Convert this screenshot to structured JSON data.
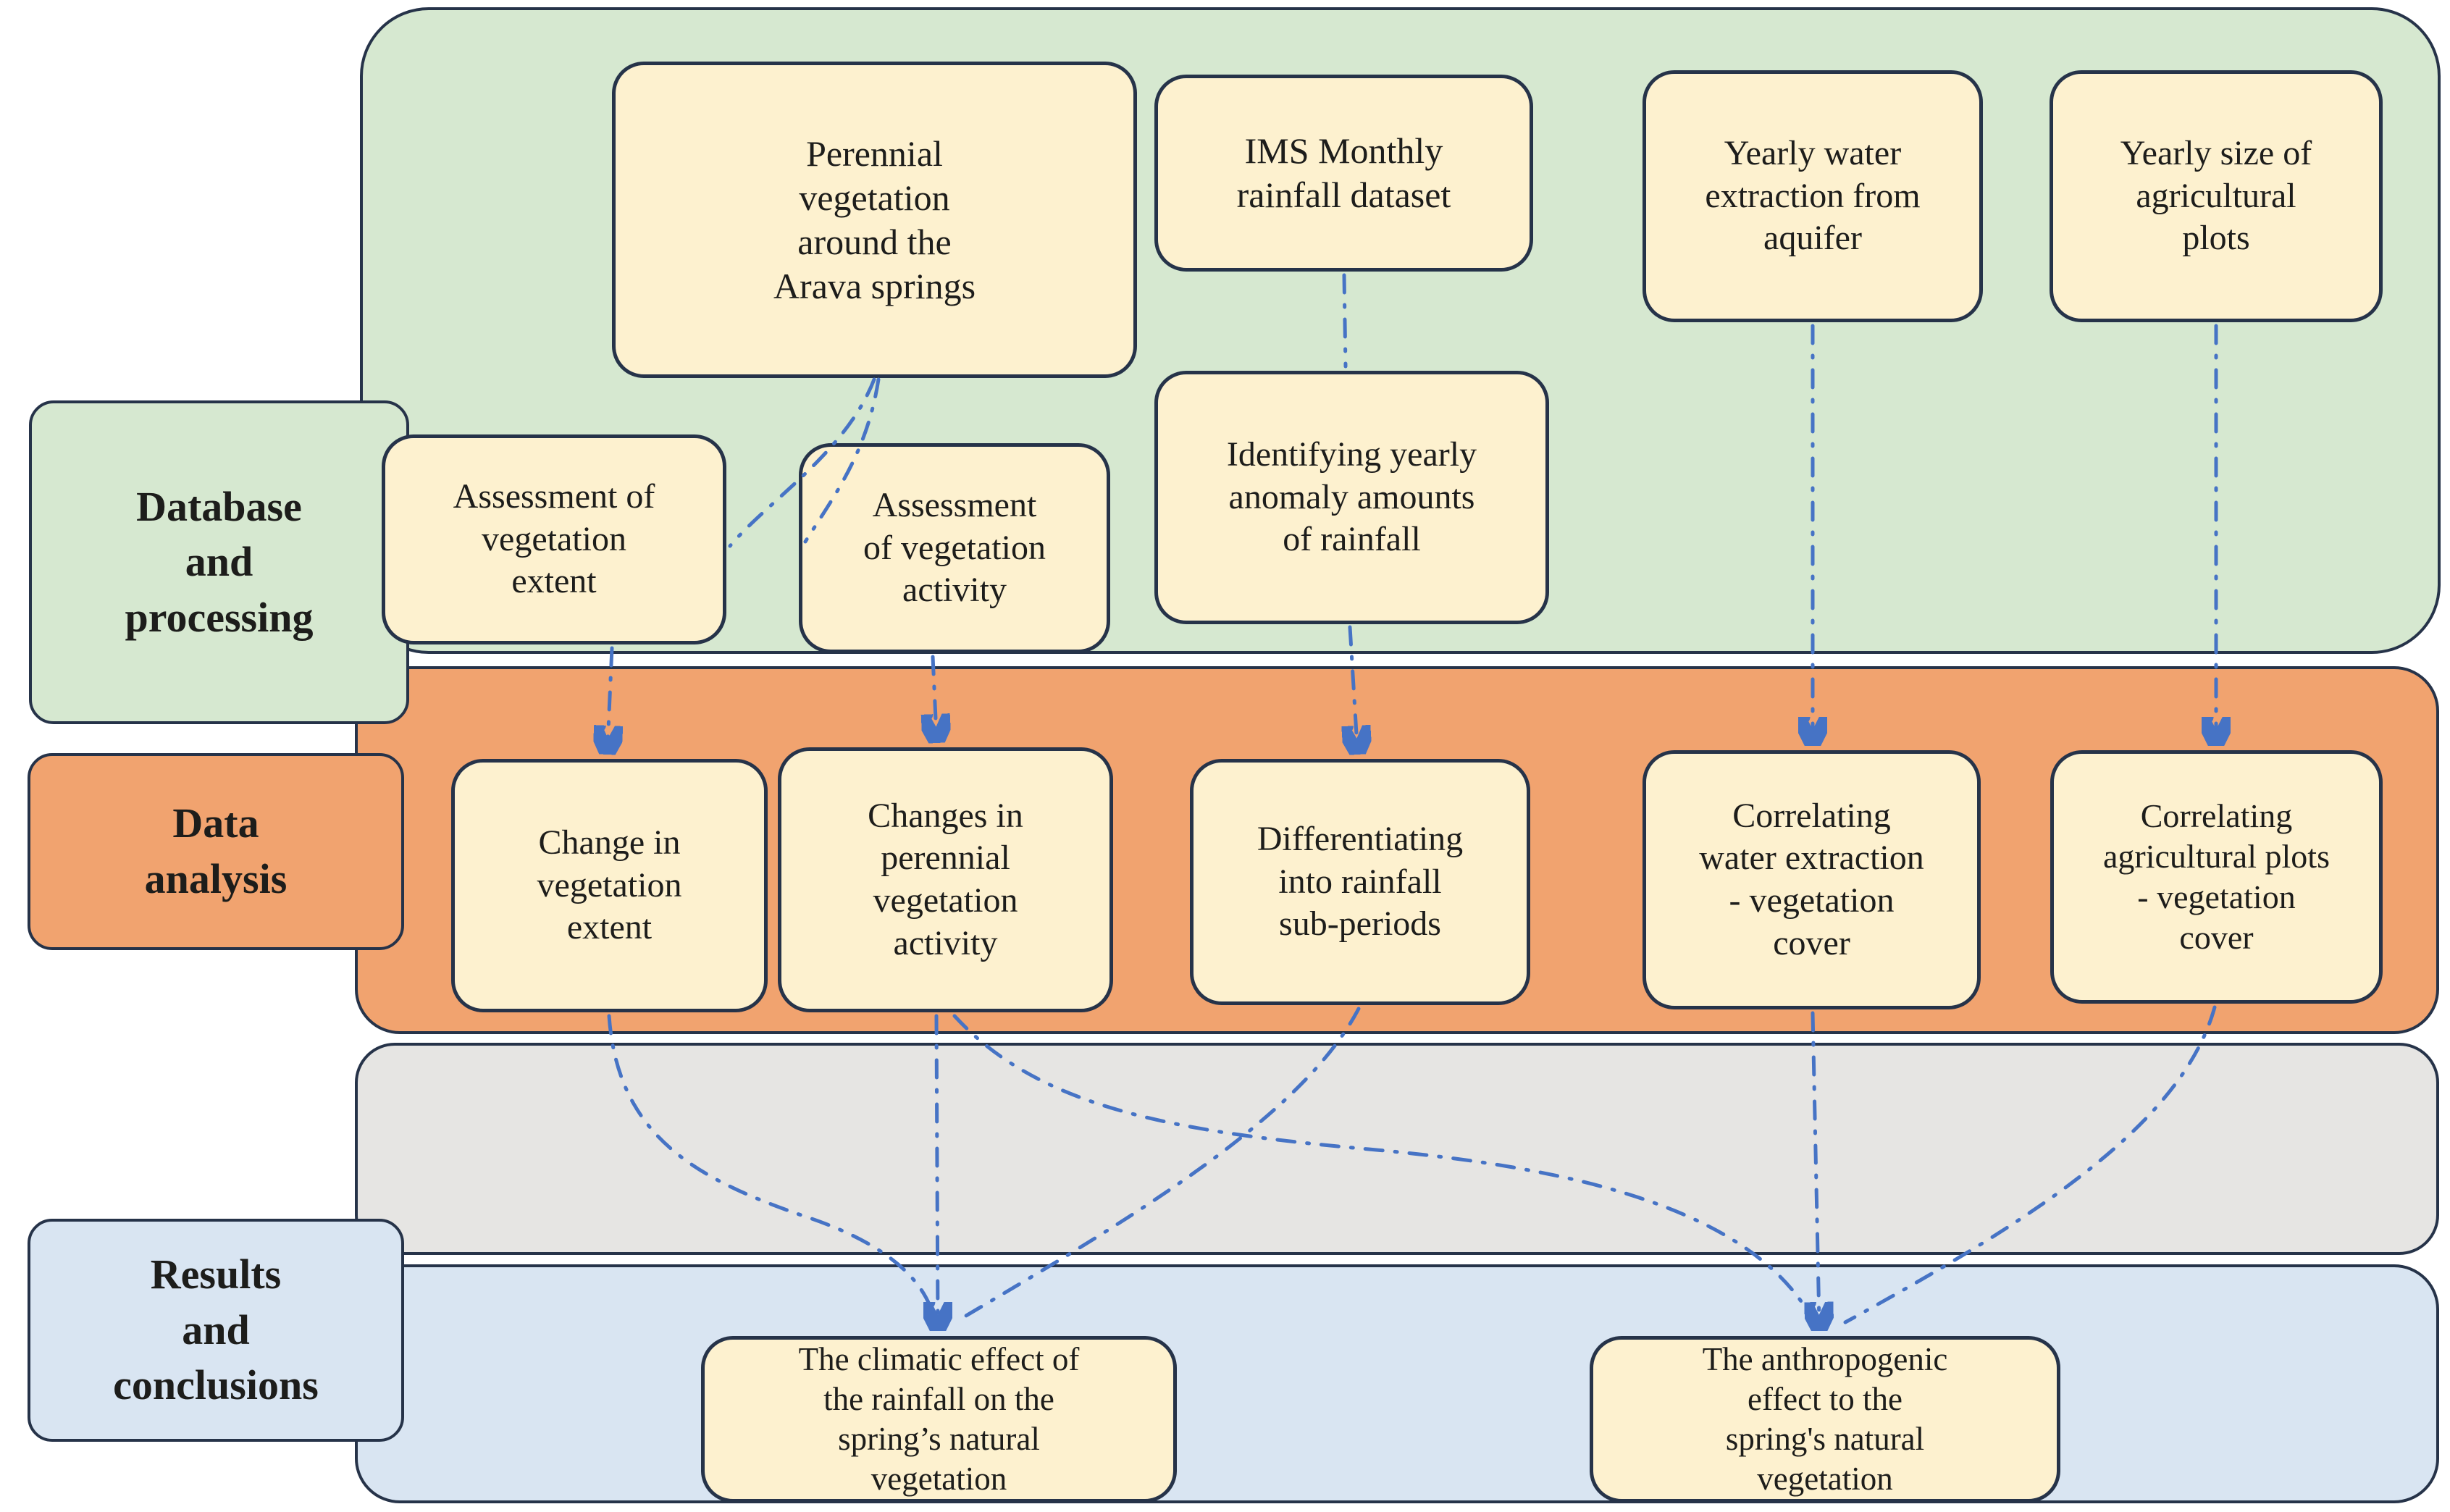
{
  "diagram": {
    "type": "flowchart",
    "stages": [
      {
        "id": "stage-database",
        "label": "Database\nand\nprocessing",
        "color": "#d6e8d0"
      },
      {
        "id": "stage-analysis",
        "label": "Data\nanalysis",
        "color": "#f1a36f"
      },
      {
        "id": "stage-results",
        "label": "Results\nand\nconclusions",
        "color": "#d9e5f2"
      }
    ],
    "bands": [
      {
        "id": "band-database-processing",
        "color": "#d6e8d0"
      },
      {
        "id": "band-data-analysis",
        "color": "#f1a36f"
      },
      {
        "id": "band-intermediate",
        "color": "#e6e5e3"
      },
      {
        "id": "band-results-conclusions",
        "color": "#d9e5f2"
      }
    ],
    "nodes": [
      {
        "id": "perennial",
        "band": "database",
        "text": "Perennial\nvegetation\naround the\nArava springs"
      },
      {
        "id": "ims",
        "band": "database",
        "text": "IMS Monthly\nrainfall dataset"
      },
      {
        "id": "yearly-water",
        "band": "database",
        "text": "Yearly water\nextraction from\naquifer"
      },
      {
        "id": "yearly-size",
        "band": "database",
        "text": "Yearly size of\nagricultural\nplots"
      },
      {
        "id": "assess-extent",
        "band": "database",
        "text": "Assessment of\nvegetation\nextent"
      },
      {
        "id": "assess-activity",
        "band": "database",
        "text": "Assessment\nof vegetation\nactivity"
      },
      {
        "id": "identify-anomaly",
        "band": "database",
        "text": "Identifying yearly\nanomaly amounts\nof rainfall"
      },
      {
        "id": "change-extent",
        "band": "analysis",
        "text": "Change in\nvegetation\nextent"
      },
      {
        "id": "changes-activity",
        "band": "analysis",
        "text": "Changes in\nperennial\nvegetation\nactivity"
      },
      {
        "id": "diff-rainfall",
        "band": "analysis",
        "text": "Differentiating\ninto rainfall\nsub-periods"
      },
      {
        "id": "corr-water",
        "band": "analysis",
        "text": "Correlating\nwater extraction\n- vegetation\ncover"
      },
      {
        "id": "corr-agri",
        "band": "analysis",
        "text": "Correlating\nagricultural plots\n- vegetation\ncover"
      },
      {
        "id": "climatic-effect",
        "band": "results",
        "text": "The climatic effect of\nthe rainfall on the\nspring’s natural\nvegetation"
      },
      {
        "id": "anthropogenic-effect",
        "band": "results",
        "text": "The anthropogenic\neffect to the\nspring's natural\nvegetation"
      }
    ],
    "connections": [
      {
        "from": "perennial",
        "to": "assess-extent",
        "arrowhead": false
      },
      {
        "from": "perennial",
        "to": "assess-activity",
        "arrowhead": false
      },
      {
        "from": "ims",
        "to": "identify-anomaly",
        "arrowhead": false
      },
      {
        "from": "yearly-water",
        "to": "corr-water",
        "arrowhead": true
      },
      {
        "from": "yearly-size",
        "to": "corr-agri",
        "arrowhead": true
      },
      {
        "from": "assess-extent",
        "to": "change-extent",
        "arrowhead": true
      },
      {
        "from": "assess-activity",
        "to": "changes-activity",
        "arrowhead": true
      },
      {
        "from": "identify-anomaly",
        "to": "diff-rainfall",
        "arrowhead": true
      },
      {
        "from": "change-extent",
        "to": "climatic-effect",
        "arrowhead": false
      },
      {
        "from": "changes-activity",
        "to": "climatic-effect",
        "arrowhead": true
      },
      {
        "from": "diff-rainfall",
        "to": "climatic-effect",
        "arrowhead": false
      },
      {
        "from": "changes-activity",
        "to": "anthropogenic-effect",
        "arrowhead": false
      },
      {
        "from": "corr-water",
        "to": "anthropogenic-effect",
        "arrowhead": true
      },
      {
        "from": "corr-agri",
        "to": "anthropogenic-effect",
        "arrowhead": false
      }
    ],
    "colors": {
      "node_fill": "#fdf1cf",
      "node_border": "#263349",
      "band_border": "#263349",
      "arrow": "#4673c5",
      "text": "#1d1d1b",
      "background": "#ffffff"
    }
  }
}
